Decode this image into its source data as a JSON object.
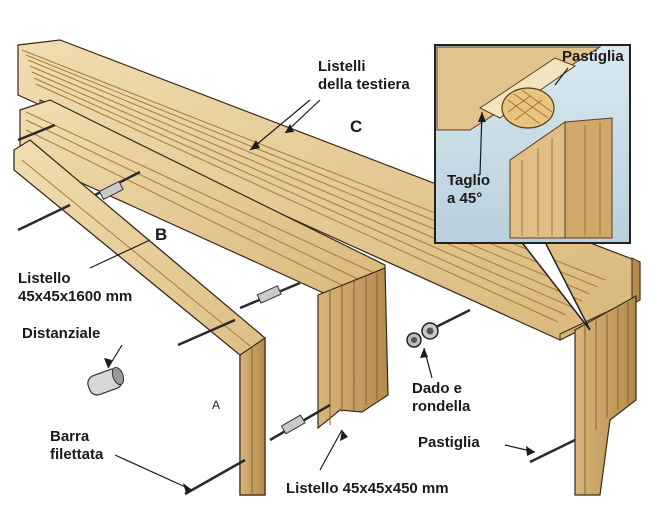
{
  "labels": {
    "listelli_testiera": "Listelli\ndella testiera",
    "part_c": "C",
    "part_b": "B",
    "part_a": "A",
    "listello_lungo": "Listello\n45x45x1600 mm",
    "distanziale": "Distanziale",
    "barra_filettata": "Barra\nfilettata",
    "listello_corto": "Listello 45x45x450 mm",
    "dado_rondella": "Dado e\nrondella",
    "pastiglia_bottom": "Pastiglia",
    "pastiglia_inset": "Pastiglia",
    "taglio": "Taglio\na 45°"
  },
  "colors": {
    "wood_light": "#ecd9ab",
    "wood_mid": "#dcbd82",
    "wood_dark": "#b98f52",
    "grain": "#a87a3e",
    "inset_sky": "#cfe0ea",
    "outline": "#3a2a18"
  }
}
